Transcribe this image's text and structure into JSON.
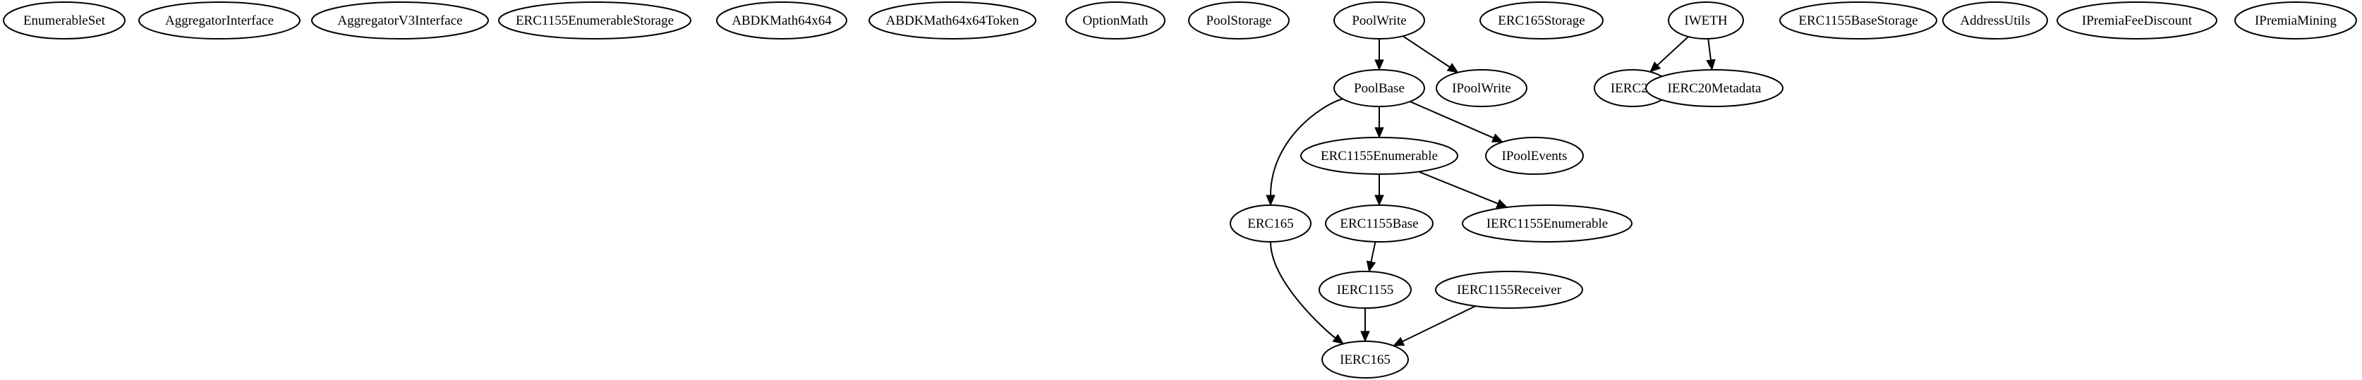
{
  "graph": {
    "nodes": [
      {
        "id": "EnumerableSet",
        "label": "EnumerableSet"
      },
      {
        "id": "AggregatorInterface",
        "label": "AggregatorInterface"
      },
      {
        "id": "AggregatorV3Interface",
        "label": "AggregatorV3Interface"
      },
      {
        "id": "ERC1155EnumerableStorage",
        "label": "ERC1155EnumerableStorage"
      },
      {
        "id": "ABDKMath64x64",
        "label": "ABDKMath64x64"
      },
      {
        "id": "ABDKMath64x64Token",
        "label": "ABDKMath64x64Token"
      },
      {
        "id": "OptionMath",
        "label": "OptionMath"
      },
      {
        "id": "PoolStorage",
        "label": "PoolStorage"
      },
      {
        "id": "PoolWrite",
        "label": "PoolWrite"
      },
      {
        "id": "ERC165Storage",
        "label": "ERC165Storage"
      },
      {
        "id": "IWETH",
        "label": "IWETH"
      },
      {
        "id": "ERC1155BaseStorage",
        "label": "ERC1155BaseStorage"
      },
      {
        "id": "AddressUtils",
        "label": "AddressUtils"
      },
      {
        "id": "IPremiaFeeDiscount",
        "label": "IPremiaFeeDiscount"
      },
      {
        "id": "IPremiaMining",
        "label": "IPremiaMining"
      },
      {
        "id": "PoolBase",
        "label": "PoolBase"
      },
      {
        "id": "IPoolWrite",
        "label": "IPoolWrite"
      },
      {
        "id": "IERC20",
        "label": "IERC20"
      },
      {
        "id": "IERC20Metadata",
        "label": "IERC20Metadata"
      },
      {
        "id": "ERC1155Enumerable",
        "label": "ERC1155Enumerable"
      },
      {
        "id": "IPoolEvents",
        "label": "IPoolEvents"
      },
      {
        "id": "ERC165",
        "label": "ERC165"
      },
      {
        "id": "ERC1155Base",
        "label": "ERC1155Base"
      },
      {
        "id": "IERC1155Enumerable",
        "label": "IERC1155Enumerable"
      },
      {
        "id": "IERC1155",
        "label": "IERC1155"
      },
      {
        "id": "IERC1155Receiver",
        "label": "IERC1155Receiver"
      },
      {
        "id": "IERC165",
        "label": "IERC165"
      }
    ],
    "edges": [
      {
        "from": "PoolWrite",
        "to": "PoolBase"
      },
      {
        "from": "PoolWrite",
        "to": "IPoolWrite"
      },
      {
        "from": "IWETH",
        "to": "IERC20"
      },
      {
        "from": "IWETH",
        "to": "IERC20Metadata"
      },
      {
        "from": "PoolBase",
        "to": "ERC165"
      },
      {
        "from": "PoolBase",
        "to": "ERC1155Enumerable"
      },
      {
        "from": "PoolBase",
        "to": "IPoolEvents"
      },
      {
        "from": "ERC1155Enumerable",
        "to": "ERC1155Base"
      },
      {
        "from": "ERC1155Enumerable",
        "to": "IERC1155Enumerable"
      },
      {
        "from": "ERC1155Base",
        "to": "IERC1155"
      },
      {
        "from": "ERC165",
        "to": "IERC165"
      },
      {
        "from": "IERC1155",
        "to": "IERC165"
      },
      {
        "from": "IERC1155Receiver",
        "to": "IERC165"
      }
    ]
  }
}
